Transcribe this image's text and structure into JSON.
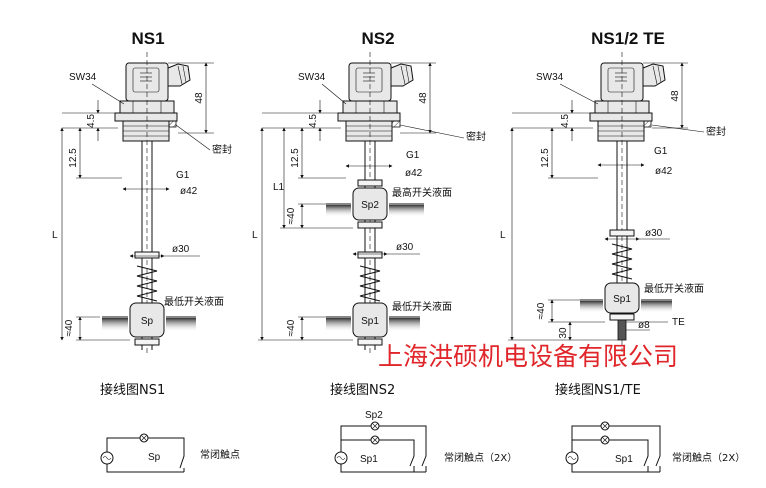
{
  "watermark": "上海洪硕机电设备有限公司",
  "sensors": [
    {
      "title": "NS1",
      "wrench": "SW34",
      "seal": "密封",
      "thread": "G1",
      "dims": {
        "d48": "48",
        "d45": "4.5",
        "d125": "12.5",
        "L": "L",
        "d40a": "≈40"
      },
      "diameters": {
        "body": "ø42",
        "float": "ø30"
      },
      "floats": [
        {
          "label": "Sp",
          "level_text": "最低开关液面"
        }
      ]
    },
    {
      "title": "NS2",
      "wrench": "SW34",
      "seal": "密封",
      "thread": "G1",
      "dims": {
        "d48": "48",
        "d45": "4.5",
        "d125": "12.5",
        "L": "L",
        "L1": "L1",
        "d40a": "≈40",
        "d40b": "≈40"
      },
      "diameters": {
        "body": "ø42",
        "float": "ø30"
      },
      "floats": [
        {
          "label": "Sp2",
          "level_text": "最高开关液面"
        },
        {
          "label": "Sp1",
          "level_text": "最低开关液面"
        }
      ]
    },
    {
      "title": "NS1/2 TE",
      "wrench": "SW34",
      "seal": "密封",
      "thread": "G1",
      "dims": {
        "d48": "48",
        "d45": "4.5",
        "d125": "12.5",
        "L": "L",
        "d40a": "≈40",
        "d30": "30"
      },
      "diameters": {
        "body": "ø42",
        "float": "ø30",
        "probe": "ø8"
      },
      "probe_label": "TE",
      "floats": [
        {
          "label": "Sp1",
          "level_text": "最低开关液面"
        }
      ]
    }
  ],
  "wiring": [
    {
      "caption": "接线图NS1",
      "switches": [
        "Sp"
      ],
      "contact": "常闭触点"
    },
    {
      "caption": "接线图NS2",
      "switches": [
        "Sp2",
        "Sp1"
      ],
      "contact": "常闭触点（2X）"
    },
    {
      "caption": "接线图NS1/TE",
      "switches": [
        "Sp1"
      ],
      "contact": "常闭触点（2X）"
    }
  ]
}
